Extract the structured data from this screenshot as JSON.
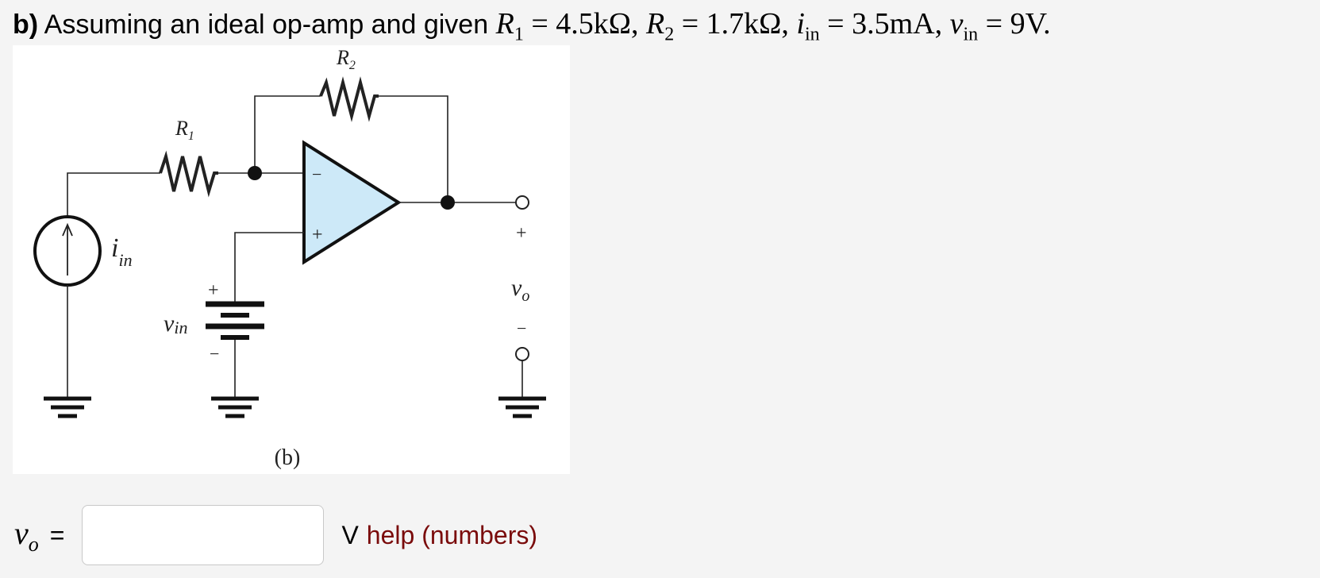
{
  "question": {
    "part": "b)",
    "text": "Assuming an ideal op-amp and given",
    "given": [
      {
        "symbol": "R",
        "sub": "1",
        "value": "4.5kΩ"
      },
      {
        "symbol": "R",
        "sub": "2",
        "value": "1.7kΩ"
      },
      {
        "symbol": "i",
        "sub": "in",
        "value": "3.5mA"
      },
      {
        "symbol": "v",
        "sub": "in",
        "value": "9V"
      }
    ]
  },
  "figure": {
    "caption": "(b)",
    "labels": {
      "r1": "R",
      "r1_sub": "1",
      "r2": "R",
      "r2_sub": "2",
      "iin": "i",
      "iin_sub": "in",
      "vin": "v",
      "vin_sub": "in",
      "vo": "v",
      "vo_sub": "o",
      "plus": "+",
      "minus": "−"
    },
    "opamp_fill": "#cde9f8"
  },
  "answer": {
    "var": "v",
    "var_sub": "o",
    "equals": "=",
    "value": "",
    "placeholder": "",
    "unit": "V",
    "help_label": "help (numbers)",
    "help_color": "#7a0b0b"
  }
}
